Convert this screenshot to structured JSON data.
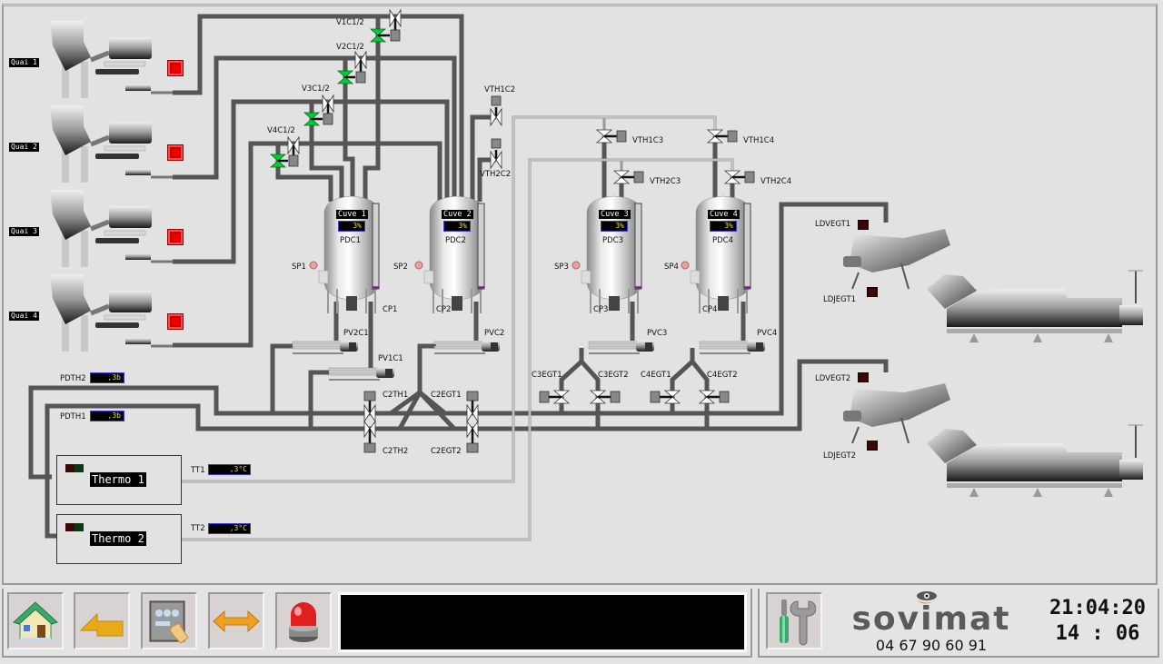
{
  "colors": {
    "pipe": "#555555",
    "pipe_light": "#a8a8a8",
    "valve_open": "#00cc33",
    "alarm_red": "#e00000",
    "display_text": "#f0e020",
    "display_border": "#3a3adb"
  },
  "quais": [
    {
      "label": "Quai 1",
      "status": "alarm"
    },
    {
      "label": "Quai 2",
      "status": "alarm"
    },
    {
      "label": "Quai 3",
      "status": "alarm"
    },
    {
      "label": "Quai 4",
      "status": "alarm"
    }
  ],
  "valves": {
    "v1c12": "V1C1/2",
    "v2c12": "V2C1/2",
    "v3c12": "V3C1/2",
    "v4c12": "V4C1/2",
    "vth1c2": "VTH1C2",
    "vth2c2": "VTH2C2",
    "vth1c3": "VTH1C3",
    "vth2c3": "VTH2C3",
    "vth1c4": "VTH1C4",
    "vth2c4": "VTH2C4",
    "c2th1": "C2TH1",
    "c2th2": "C2TH2",
    "c2egt1": "C2EGT1",
    "c2egt2": "C2EGT2",
    "c3egt1": "C3EGT1",
    "c3egt2": "C3EGT2",
    "c4egt1": "C4EGT1",
    "c4egt2": "C4EGT2"
  },
  "tanks": [
    {
      "name": "Cuve 1",
      "level": "3%",
      "level_fraction": 0.03,
      "pdc": "PDC1",
      "sp": "SP1",
      "cp": "CP1"
    },
    {
      "name": "Cuve 2",
      "level": "3%",
      "level_fraction": 0.03,
      "pdc": "PDC2",
      "sp": "SP2",
      "cp": "CP2"
    },
    {
      "name": "Cuve 3",
      "level": "3%",
      "level_fraction": 0.03,
      "pdc": "PDC3",
      "sp": "SP3",
      "cp": "CP3"
    },
    {
      "name": "Cuve 4",
      "level": "3%",
      "level_fraction": 0.03,
      "pdc": "PDC4",
      "sp": "SP4",
      "cp": "CP4"
    }
  ],
  "pumps": {
    "pv2c1": "PV2C1",
    "pv1c1": "PV1C1",
    "pvc2": "PVC2",
    "pvc3": "PVC3",
    "pvc4": "PVC4"
  },
  "pressures": [
    {
      "label": "PDTH2",
      "value": ",3b"
    },
    {
      "label": "PDTH1",
      "value": ",3b"
    }
  ],
  "thermos": [
    {
      "name": "Thermo 1",
      "tt_label": "TT1",
      "tt_value": ",3°C"
    },
    {
      "name": "Thermo 2",
      "tt_label": "TT2",
      "tt_value": ",3°C"
    }
  ],
  "egouttoirs": [
    {
      "ldv": "LDVEGT1",
      "ldj": "LDJEGT1"
    },
    {
      "ldv": "LDVEGT2",
      "ldj": "LDJEGT2"
    }
  ],
  "footer": {
    "buttons": [
      {
        "name": "home",
        "icon": "home-icon"
      },
      {
        "name": "back",
        "icon": "back-arrow-icon"
      },
      {
        "name": "control-panel",
        "icon": "control-panel-hand-icon"
      },
      {
        "name": "switch",
        "icon": "double-arrow-icon"
      },
      {
        "name": "alarms",
        "icon": "alarm-beacon-icon"
      }
    ],
    "message": "",
    "tools_icon": "tools-icon",
    "brand": "sovimat",
    "phone": "04 67 90 60 91",
    "time": "21:04:20",
    "date": "14 : 06"
  }
}
